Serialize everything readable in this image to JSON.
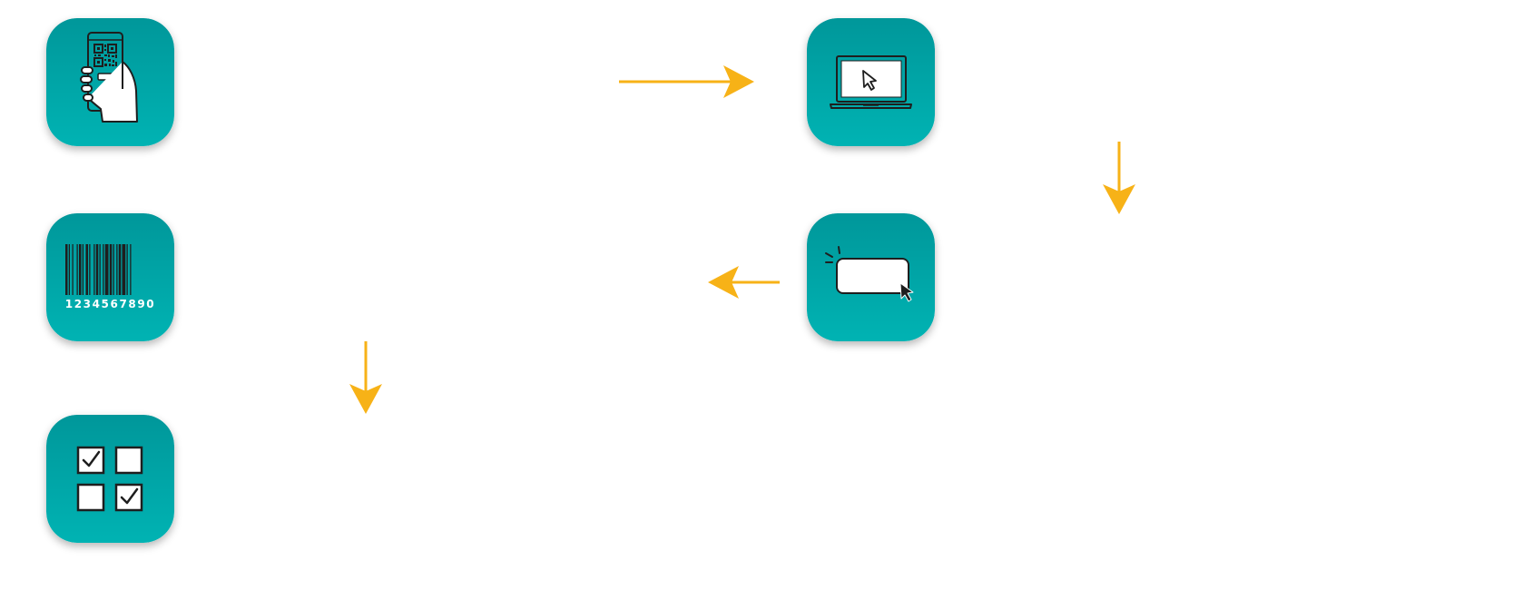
{
  "colors": {
    "tile_top": "#00979a",
    "tile_bottom": "#00b3b3",
    "arrow": "#f7b217",
    "icon_stroke": "#1e1e1e",
    "icon_fill": "#ffffff"
  },
  "steps": [
    {
      "icon": "qr-code-phone-icon"
    },
    {
      "icon": "laptop-cursor-icon"
    },
    {
      "icon": "click-button-icon"
    },
    {
      "icon": "barcode-icon"
    },
    {
      "icon": "checklist-icon"
    }
  ],
  "barcode": {
    "digits": "1234567890"
  },
  "flow_arrows": [
    {
      "from": "qr-code-phone-icon",
      "to": "laptop-cursor-icon",
      "direction": "right"
    },
    {
      "from": "laptop-cursor-icon",
      "to": "click-button-icon",
      "direction": "down"
    },
    {
      "from": "click-button-icon",
      "to": "barcode-icon",
      "direction": "left"
    },
    {
      "from": "barcode-icon",
      "to": "checklist-icon",
      "direction": "down"
    }
  ]
}
